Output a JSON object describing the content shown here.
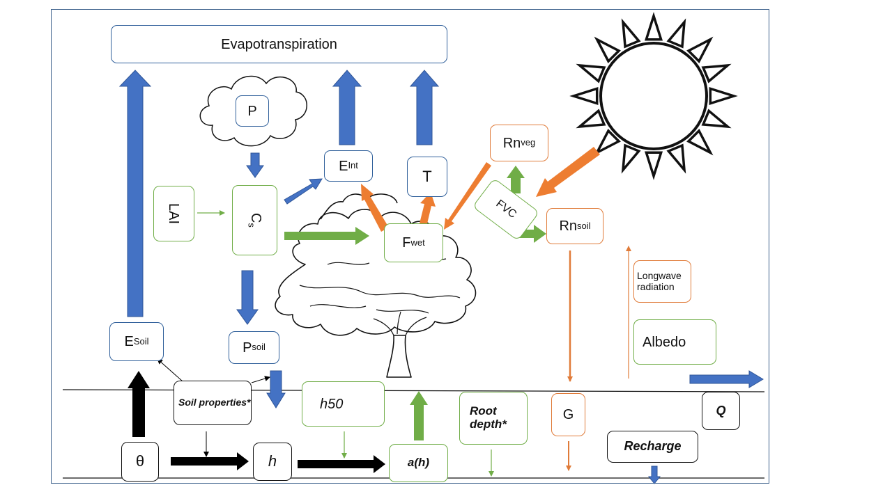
{
  "title": "Evapotranspiration",
  "nodes": {
    "p": "P",
    "e_int": {
      "main": "E",
      "sub": "Int"
    },
    "t": "T",
    "rn_veg": {
      "main": "Rn",
      "sub": "veg"
    },
    "lai": "LAI",
    "cs": {
      "main": "C",
      "sub": "s"
    },
    "fvc": "FVC",
    "rn_soil": {
      "main": "Rn",
      "sub": "soil"
    },
    "f_wet": {
      "main": "F",
      "sub": "wet"
    },
    "longwave": "Longwave radiation",
    "e_soil": {
      "main": "E",
      "sub": "Soil"
    },
    "p_soil": {
      "main": "P",
      "sub": "soil"
    },
    "albedo": "Albedo",
    "soil_properties": "Soil properties*",
    "h50": "h50",
    "root_depth": "Root depth*",
    "g": "G",
    "q": "Q",
    "theta": "θ",
    "h": "h",
    "a_h": "a(h)",
    "recharge": "Recharge"
  },
  "colors": {
    "blue_arrow": "#4472c4",
    "green_arrow": "#70ad47",
    "orange_arrow": "#ed7d31",
    "black_arrow": "#000000"
  },
  "icons": [
    "sun-icon",
    "cloud-icon",
    "tree-icon"
  ]
}
